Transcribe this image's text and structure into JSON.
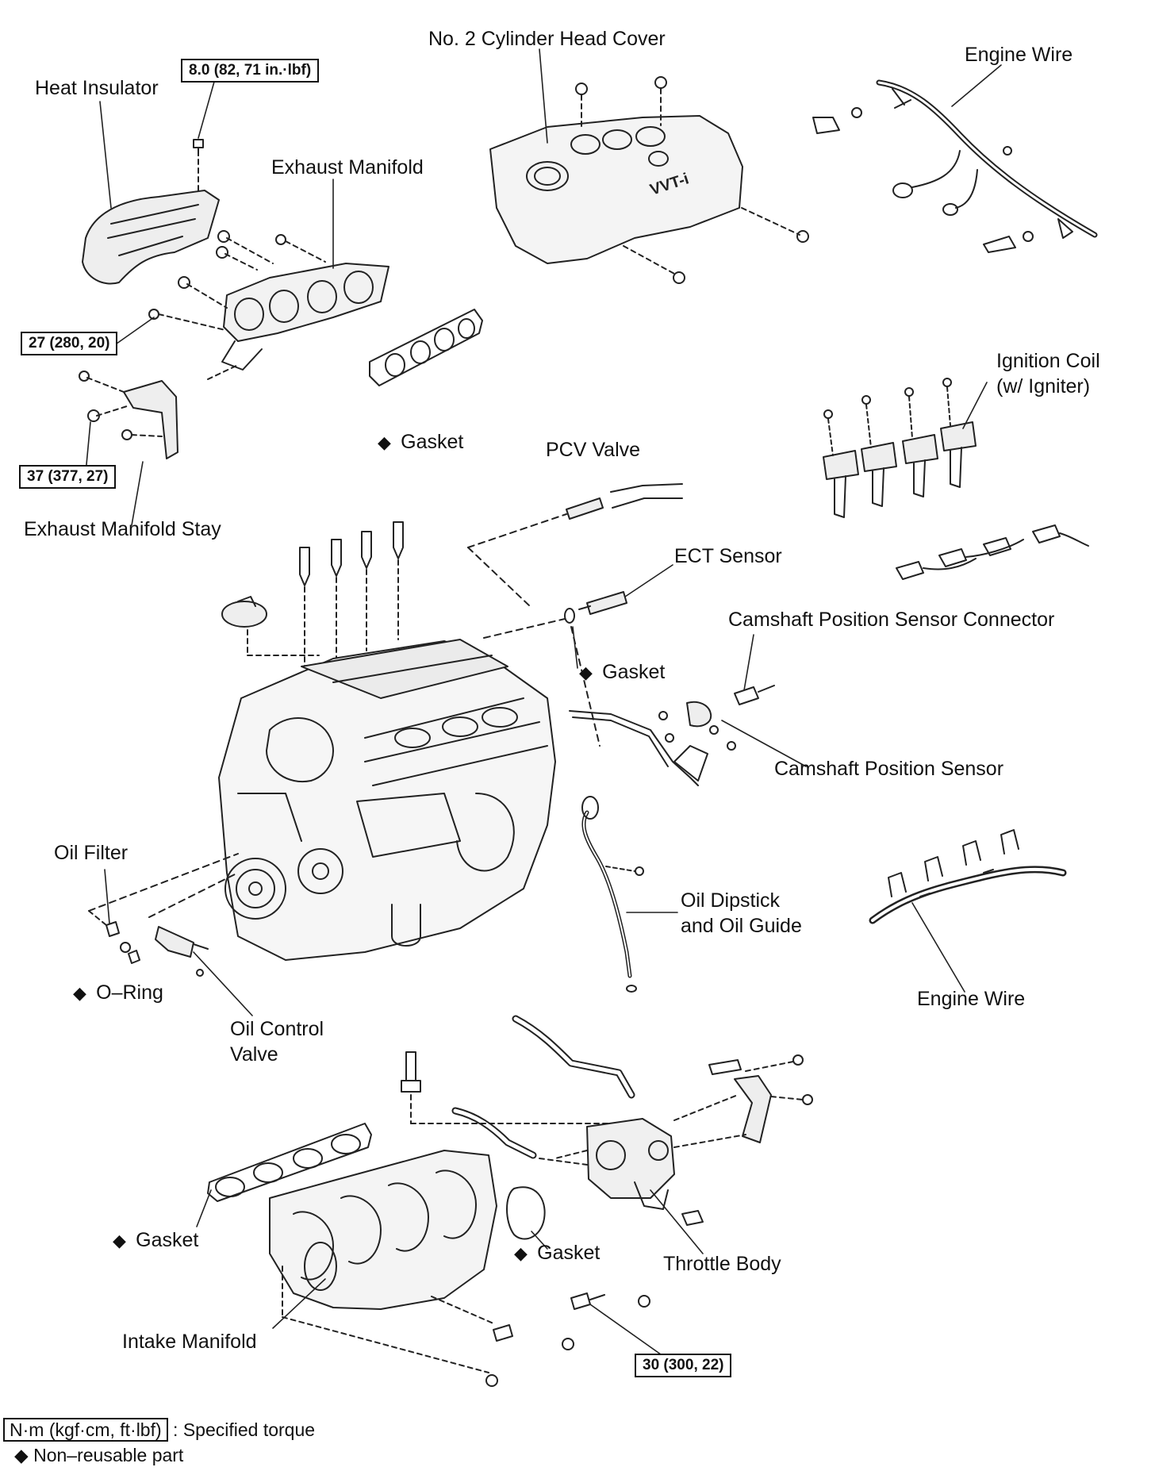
{
  "colors": {
    "line": "#222222",
    "paper": "#ffffff",
    "shade": "#e6e6e6"
  },
  "labels": {
    "cylinder_head_cover": "No. 2 Cylinder Head Cover",
    "engine_wire_top": "Engine Wire",
    "heat_insulator": "Heat Insulator",
    "exhaust_manifold": "Exhaust Manifold",
    "gasket_exhaust": "Gasket",
    "exhaust_manifold_stay": "Exhaust Manifold Stay",
    "pcv_valve": "PCV Valve",
    "ignition_coil_line1": "Ignition Coil",
    "ignition_coil_line2": "(w/ Igniter)",
    "ect_sensor": "ECT Sensor",
    "cam_sensor_connector": "Camshaft Position Sensor Connector",
    "gasket_ect": "Gasket",
    "cam_sensor": "Camshaft Position Sensor",
    "oil_filter": "Oil Filter",
    "o_ring": "O–Ring",
    "oil_dipstick_line1": "Oil Dipstick",
    "oil_dipstick_line2": "and Oil Guide",
    "engine_wire_mid": "Engine Wire",
    "oil_control_valve_line1": "Oil Control",
    "oil_control_valve_line2": "Valve",
    "gasket_intake": "Gasket",
    "gasket_throttle": "Gasket",
    "throttle_body": "Throttle Body",
    "intake_manifold": "Intake Manifold"
  },
  "torques": {
    "heat_insulator": "8.0 (82, 71 in.·lbf)",
    "exhaust_manifold": "27 (280, 20)",
    "manifold_stay": "37 (377, 27)",
    "intake_manifold": "30 (300, 22)"
  },
  "legend": {
    "torque_unit": "N·m (kgf·cm, ft·lbf)",
    "torque_text": ": Specified torque",
    "nonreusable_text": "Non–reusable part"
  }
}
